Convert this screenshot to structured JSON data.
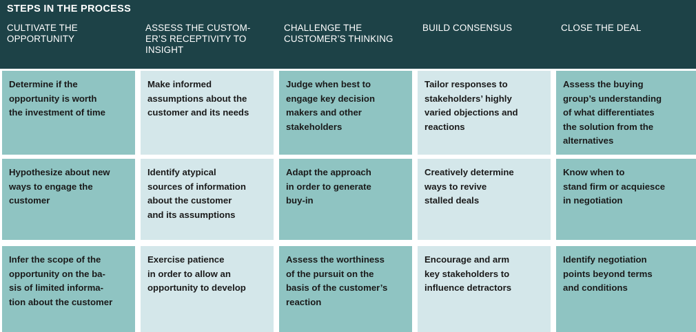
{
  "header": {
    "title": "STEPS IN THE PROCESS",
    "background_color": "#1d4247",
    "text_color": "#ffffff",
    "columns": [
      "CULTIVATE THE\nOPPORTUNITY",
      "ASSESS THE CUSTOM-\nER’S RECEPTIVITY\nTO INSIGHT",
      "CHALLENGE THE\nCUSTOMER’S THINKING",
      "BUILD\nCONSENSUS",
      "CLOSE\nTHE DEAL"
    ]
  },
  "colors": {
    "header_band": "#1d4247",
    "cell_dark": "#8fc4c2",
    "cell_light": "#d4e7ea",
    "cell_text": "#1a1a1a",
    "page_background": "#ffffff"
  },
  "grid": {
    "row_count": 3,
    "column_count": 5,
    "rows": [
      {
        "cells": [
          {
            "shade": "dark",
            "text": "Determine if the\nopportunity is worth\nthe investment of time"
          },
          {
            "shade": "light",
            "text": "Make informed\nassumptions about the\ncustomer and its needs"
          },
          {
            "shade": "dark",
            "text": "Judge when best to\nengage key decision\nmakers and other\nstakeholders"
          },
          {
            "shade": "light",
            "text": "Tailor responses to\nstakeholders’ highly\nvaried objections and\nreactions"
          },
          {
            "shade": "dark",
            "text": "Assess the buying\ngroup’s understanding\nof what differentiates\nthe solution from the\nalternatives"
          }
        ]
      },
      {
        "cells": [
          {
            "shade": "dark",
            "text": "Hypothesize about new\nways to engage the\ncustomer"
          },
          {
            "shade": "light",
            "text": "Identify atypical\nsources of information\nabout the customer\nand its assumptions"
          },
          {
            "shade": "dark",
            "text": "Adapt the approach\nin order to generate\nbuy-in"
          },
          {
            "shade": "light",
            "text": "Creatively determine\nways to revive\nstalled deals"
          },
          {
            "shade": "dark",
            "text": "Know when to\nstand firm or acquiesce\nin negotiation"
          }
        ]
      },
      {
        "cells": [
          {
            "shade": "dark",
            "text": "Infer the scope of the\nopportunity on the ba-\nsis of limited informa-\ntion about the customer"
          },
          {
            "shade": "light",
            "text": "Exercise patience\nin order to allow an\nopportunity to develop"
          },
          {
            "shade": "dark",
            "text": "Assess the worthiness\nof the pursuit on the\nbasis of the customer’s\nreaction"
          },
          {
            "shade": "light",
            "text": "Encourage and arm\nkey stakeholders to\ninfluence detractors"
          },
          {
            "shade": "dark",
            "text": "Identify negotiation\npoints beyond terms\nand conditions"
          }
        ]
      }
    ]
  }
}
